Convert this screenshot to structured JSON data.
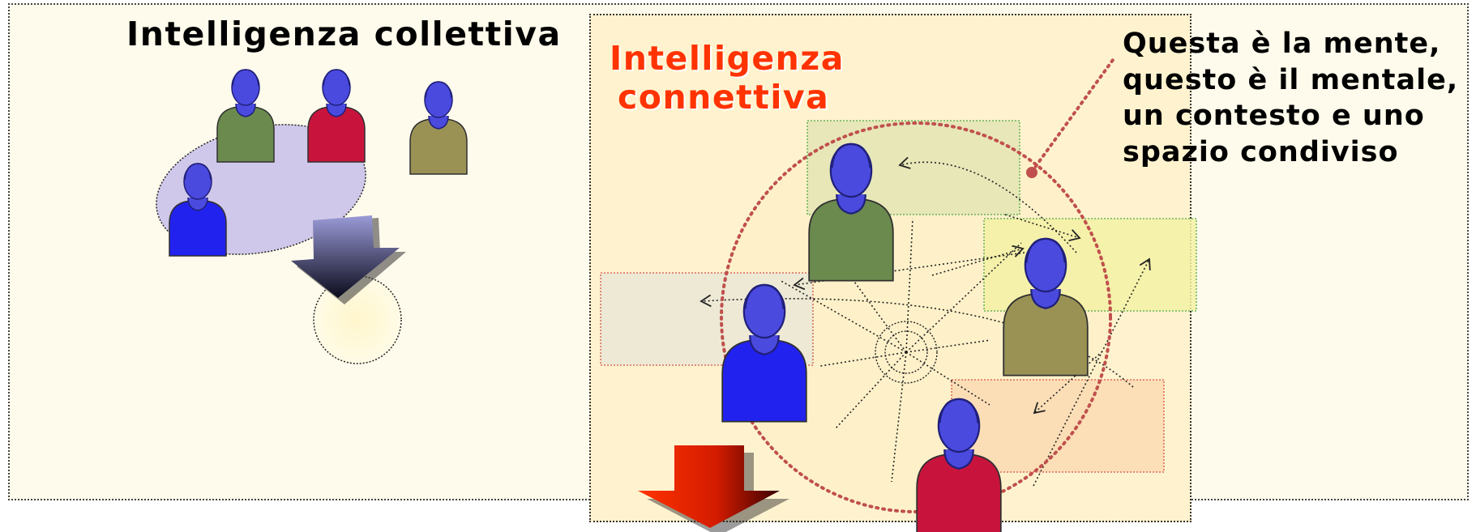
{
  "left_panel": {
    "title": "Intelligenza collettiva"
  },
  "right_panel": {
    "title_lines": [
      "Intelligenza",
      "connettiva"
    ],
    "title_color": "#ff3300"
  },
  "callout": {
    "lines": [
      "Questa è la mente,",
      "questo è il mentale,",
      "un contesto e uno",
      "spazio condiviso"
    ],
    "leader_color": "#c0504d"
  },
  "people_colors": {
    "green": "#6b8a4e",
    "red": "#c8143c",
    "olive": "#9a9255",
    "blue_body": "#2222ee",
    "head": "#4a4adf"
  }
}
